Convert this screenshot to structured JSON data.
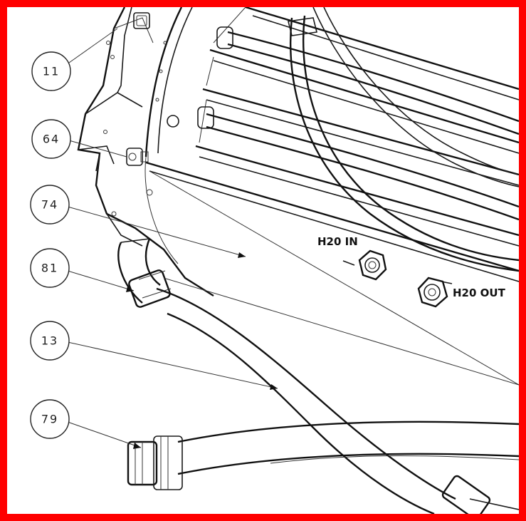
{
  "frame_color": "#ff0000",
  "callouts": [
    {
      "id": "11",
      "label": "11"
    },
    {
      "id": "64",
      "label": "64"
    },
    {
      "id": "74",
      "label": "74"
    },
    {
      "id": "81",
      "label": "81"
    },
    {
      "id": "13",
      "label": "13"
    },
    {
      "id": "79",
      "label": "79"
    }
  ],
  "port_labels": {
    "inlet": "H20 IN",
    "outlet": "H20 OUT"
  }
}
